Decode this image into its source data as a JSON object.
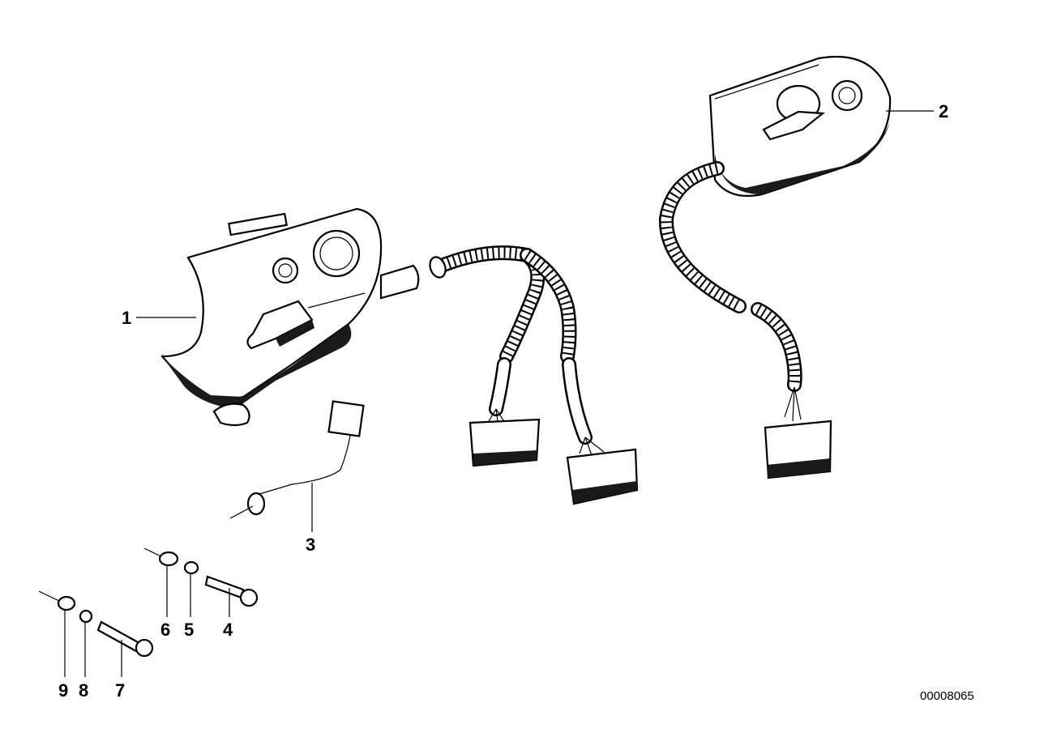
{
  "diagram": {
    "callouts": [
      {
        "id": "1",
        "label": "1"
      },
      {
        "id": "2",
        "label": "2"
      },
      {
        "id": "3",
        "label": "3"
      },
      {
        "id": "4",
        "label": "4"
      },
      {
        "id": "5",
        "label": "5"
      },
      {
        "id": "6",
        "label": "6"
      },
      {
        "id": "7",
        "label": "7"
      },
      {
        "id": "8",
        "label": "8"
      },
      {
        "id": "9",
        "label": "9"
      }
    ],
    "reference_number": "00008065"
  }
}
